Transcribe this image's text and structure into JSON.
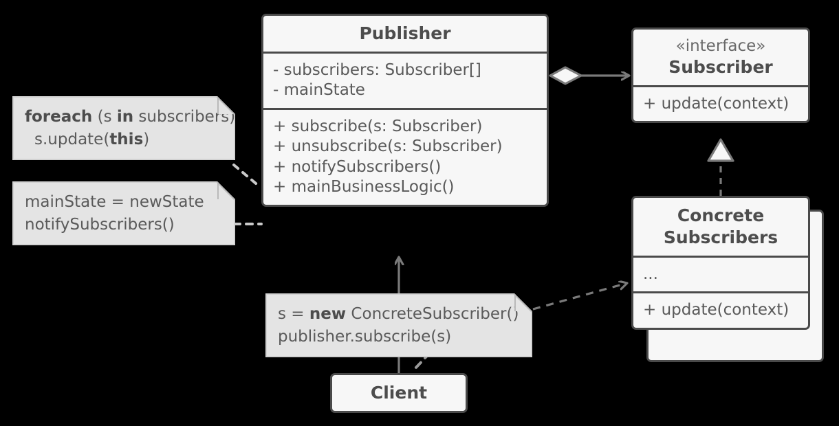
{
  "diagram": {
    "title": "Observer Pattern UML Class Diagram",
    "colors": {
      "background": "#000000",
      "class_fill": "#f7f7f7",
      "class_border": "#4a4a4a",
      "note_fill": "#e4e4e4",
      "note_border": "#d2d2d2",
      "text": "#5a5a5a",
      "title_text": "#4d4d4d",
      "connector": "#7a7a7a"
    }
  },
  "classes": {
    "publisher": {
      "name": "Publisher",
      "attributes": [
        "- subscribers: Subscriber[]",
        "- mainState"
      ],
      "methods": [
        "+ subscribe(s: Subscriber)",
        "+ unsubscribe(s: Subscriber)",
        "+ notifySubscribers()",
        "+ mainBusinessLogic()"
      ]
    },
    "subscriber": {
      "stereotype": "«interface»",
      "name": "Subscriber",
      "methods": [
        "+ update(context)"
      ]
    },
    "concrete_subscribers": {
      "name_line1": "Concrete",
      "name_line2": "Subscribers",
      "attributes": [
        "..."
      ],
      "methods": [
        "+ update(context)"
      ]
    },
    "client": {
      "name": "Client"
    }
  },
  "notes": {
    "notify_loop": {
      "line1_kw1": "foreach",
      "line1_mid": " (s ",
      "line1_kw2": "in",
      "line1_end": " subscribers)",
      "line2_start": "s.update(",
      "line2_kw": "this",
      "line2_end": ")"
    },
    "main_state": {
      "line1": "mainState = newState",
      "line2": "notifySubscribers()"
    },
    "client_code": {
      "line1_start": "s = ",
      "line1_kw": "new",
      "line1_end": " ConcreteSubscriber()",
      "line2": "publisher.subscribe(s)"
    }
  },
  "relations": [
    {
      "name": "publisher-aggregates-subscriber",
      "from": "Publisher",
      "to": "Subscriber",
      "type": "aggregation",
      "source_decoration": "hollow-diamond",
      "target_decoration": "open-arrow",
      "line": "solid"
    },
    {
      "name": "concrete-implements-subscriber",
      "from": "Concrete Subscribers",
      "to": "Subscriber",
      "type": "realization",
      "target_decoration": "hollow-triangle",
      "line": "dashed"
    },
    {
      "name": "client-uses-publisher",
      "from": "Client",
      "to": "Publisher",
      "type": "association",
      "target_decoration": "open-arrow",
      "line": "solid"
    },
    {
      "name": "clientnote-depends-concrete",
      "from": "client code note",
      "to": "Concrete Subscribers",
      "type": "dependency",
      "target_decoration": "open-arrow",
      "line": "dashed"
    }
  ]
}
